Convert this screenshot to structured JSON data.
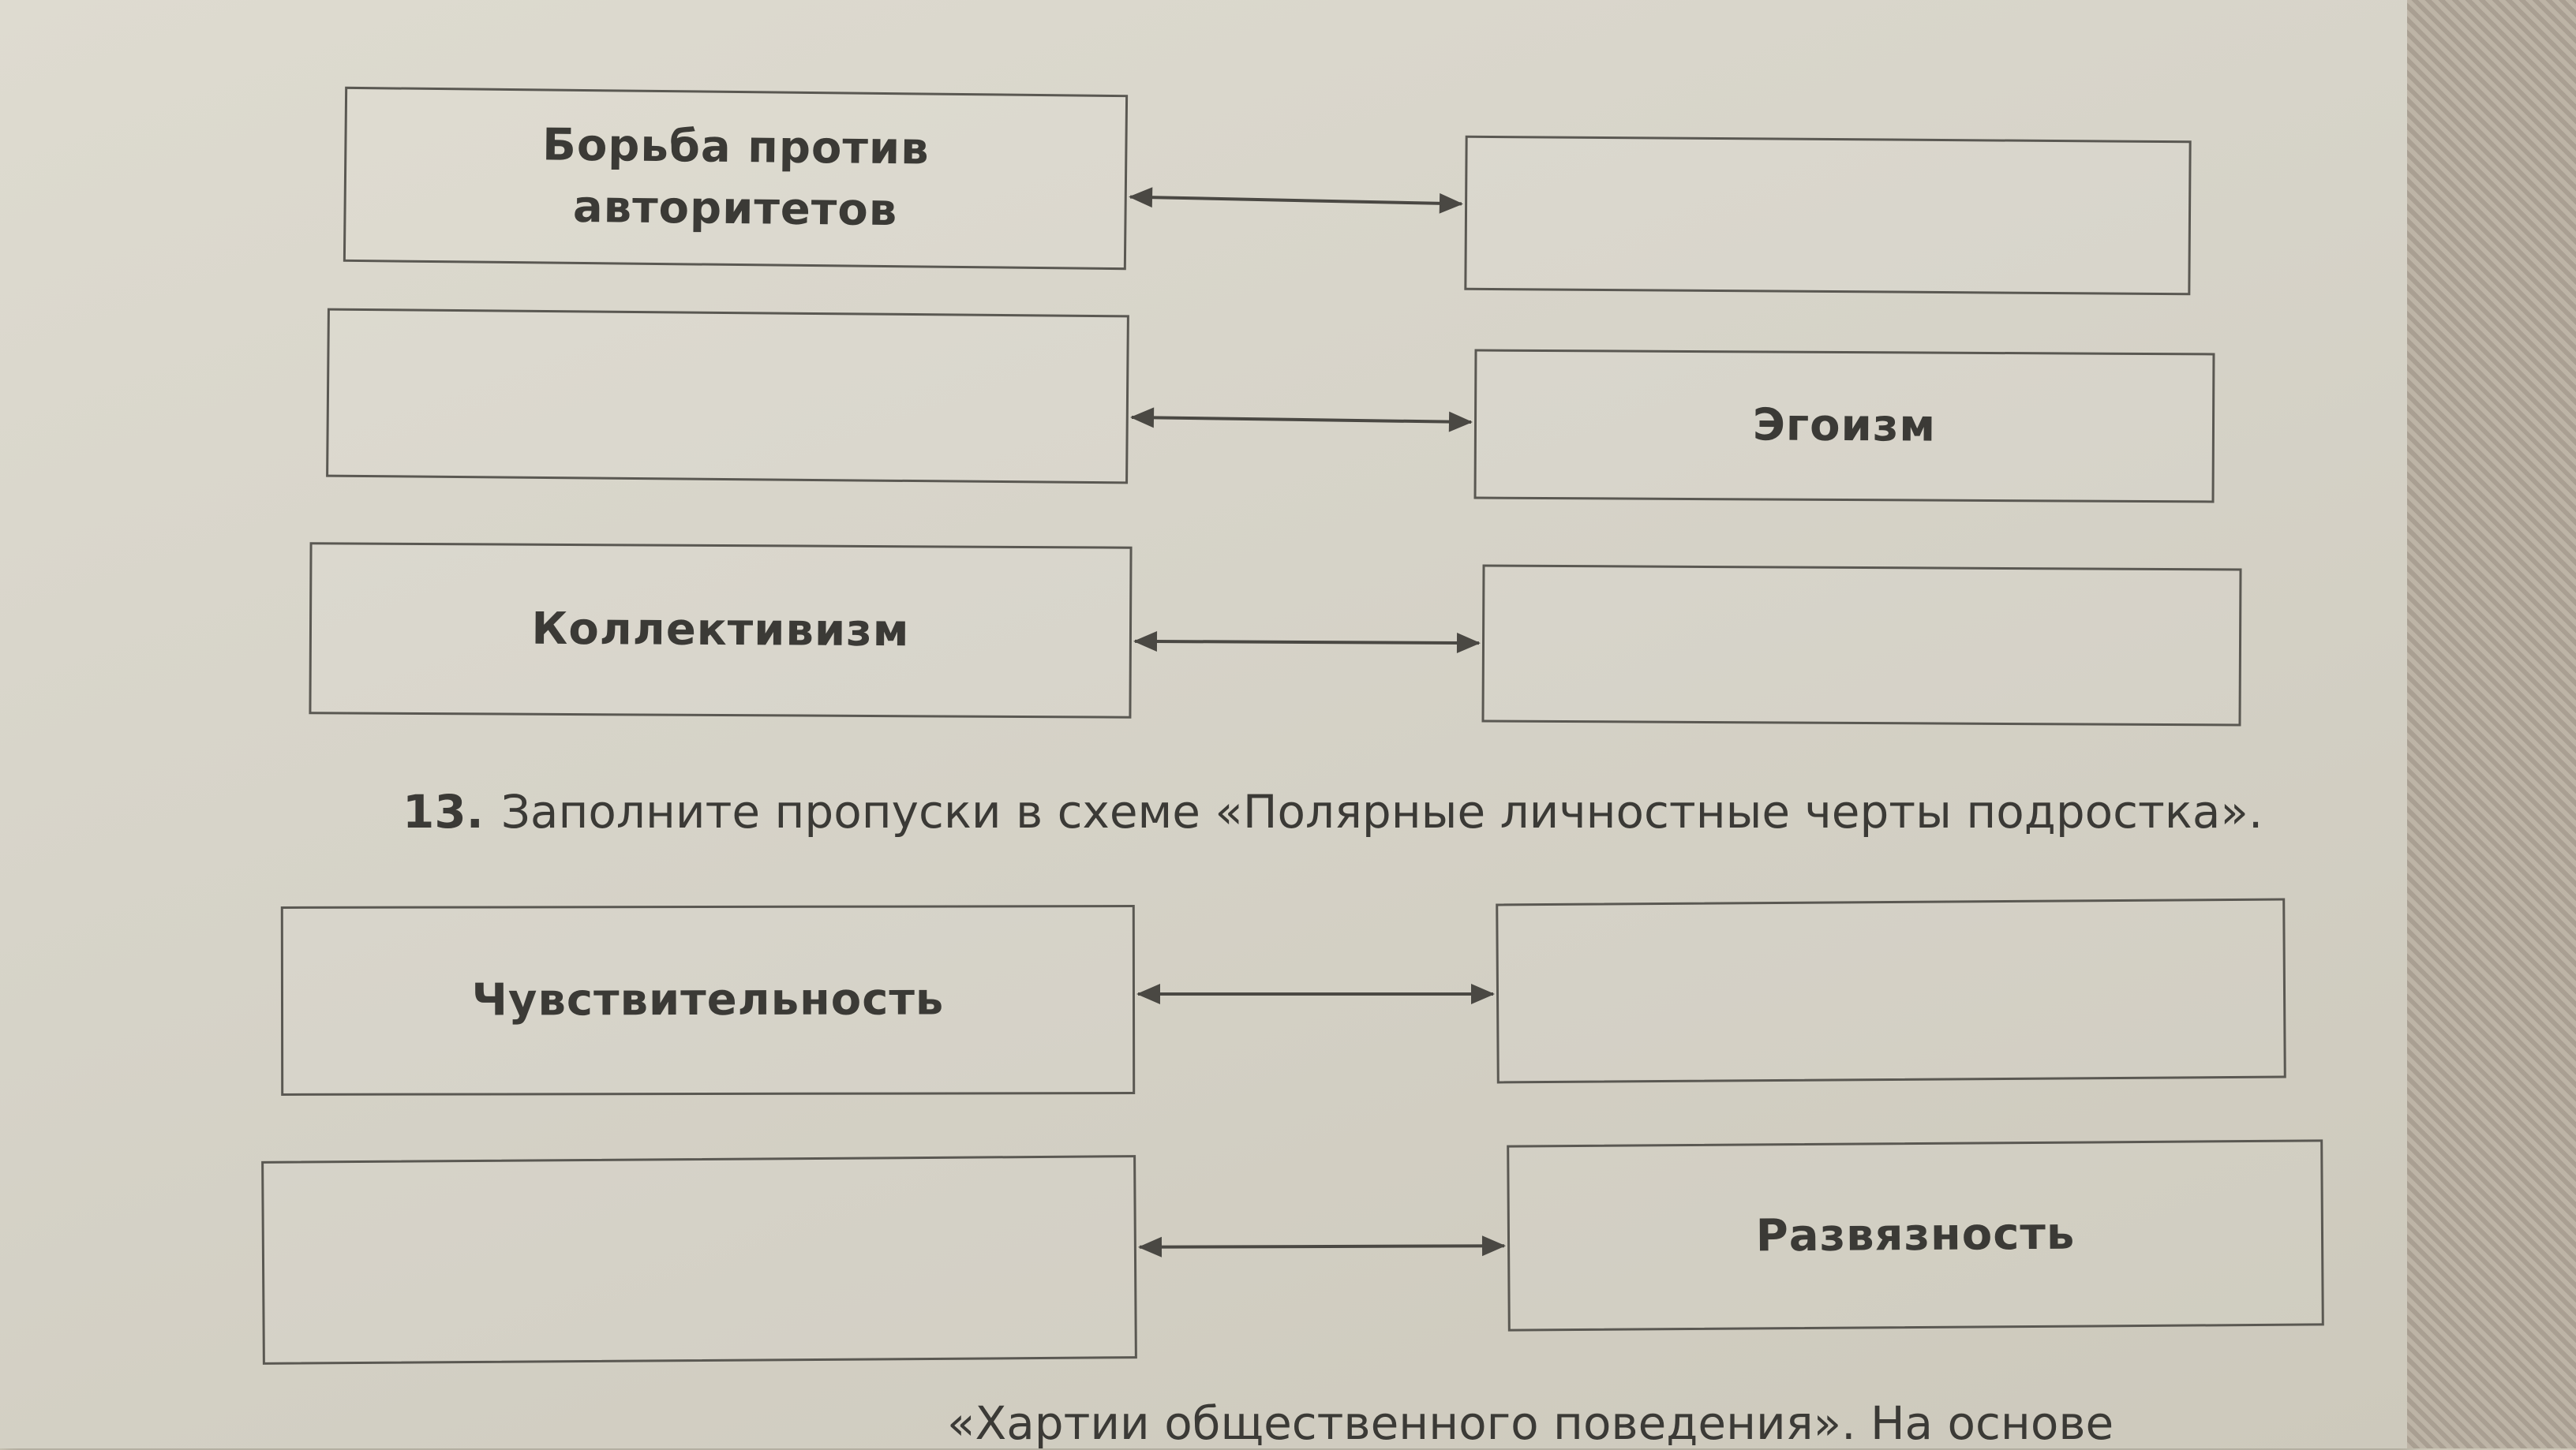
{
  "scheme_top": {
    "rows": [
      {
        "left": "Борьба против авторитетов",
        "right": ""
      },
      {
        "left": "",
        "right": "Эгоизм"
      },
      {
        "left": "Коллективизм",
        "right": ""
      }
    ]
  },
  "task13": {
    "number": "13.",
    "text": "Заполните пропуски в схеме «Полярные личностные черты подростка».",
    "rows": [
      {
        "left": "Чувствительность",
        "right": ""
      },
      {
        "left": "",
        "right": "Развязность"
      }
    ]
  },
  "footer_text": "«Хартии общественного поведения». На основе"
}
